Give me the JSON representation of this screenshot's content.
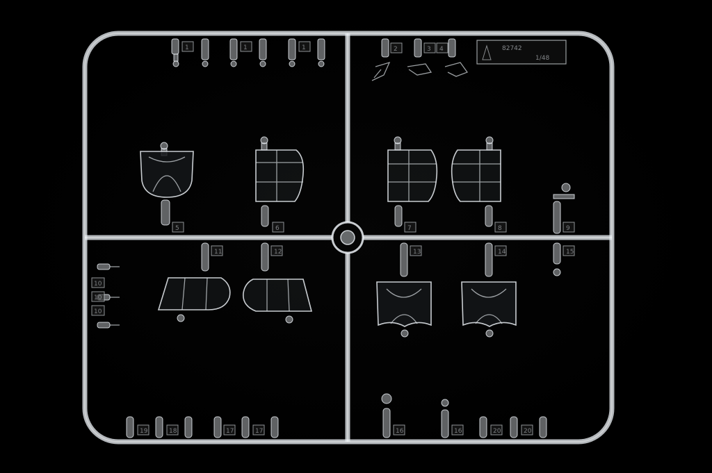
{
  "image": {
    "subject": "clear plastic model kit sprue",
    "background_color": "#000000",
    "plastic_color": "#e6ebf0"
  },
  "plate": {
    "line1": "82742",
    "line2": "1/48"
  },
  "part_numbers": {
    "top_left": [
      "1",
      "1",
      "1"
    ],
    "top_right": [
      "2",
      "3",
      "4"
    ],
    "mid_upper": [
      "5",
      "6",
      "7",
      "8",
      "9"
    ],
    "mid_lower": [
      "11",
      "12",
      "13",
      "14",
      "15"
    ],
    "left_edge": [
      "10",
      "10",
      "10"
    ],
    "bottom": [
      "19",
      "18",
      "17",
      "17",
      "16",
      "16",
      "20",
      "20"
    ]
  }
}
